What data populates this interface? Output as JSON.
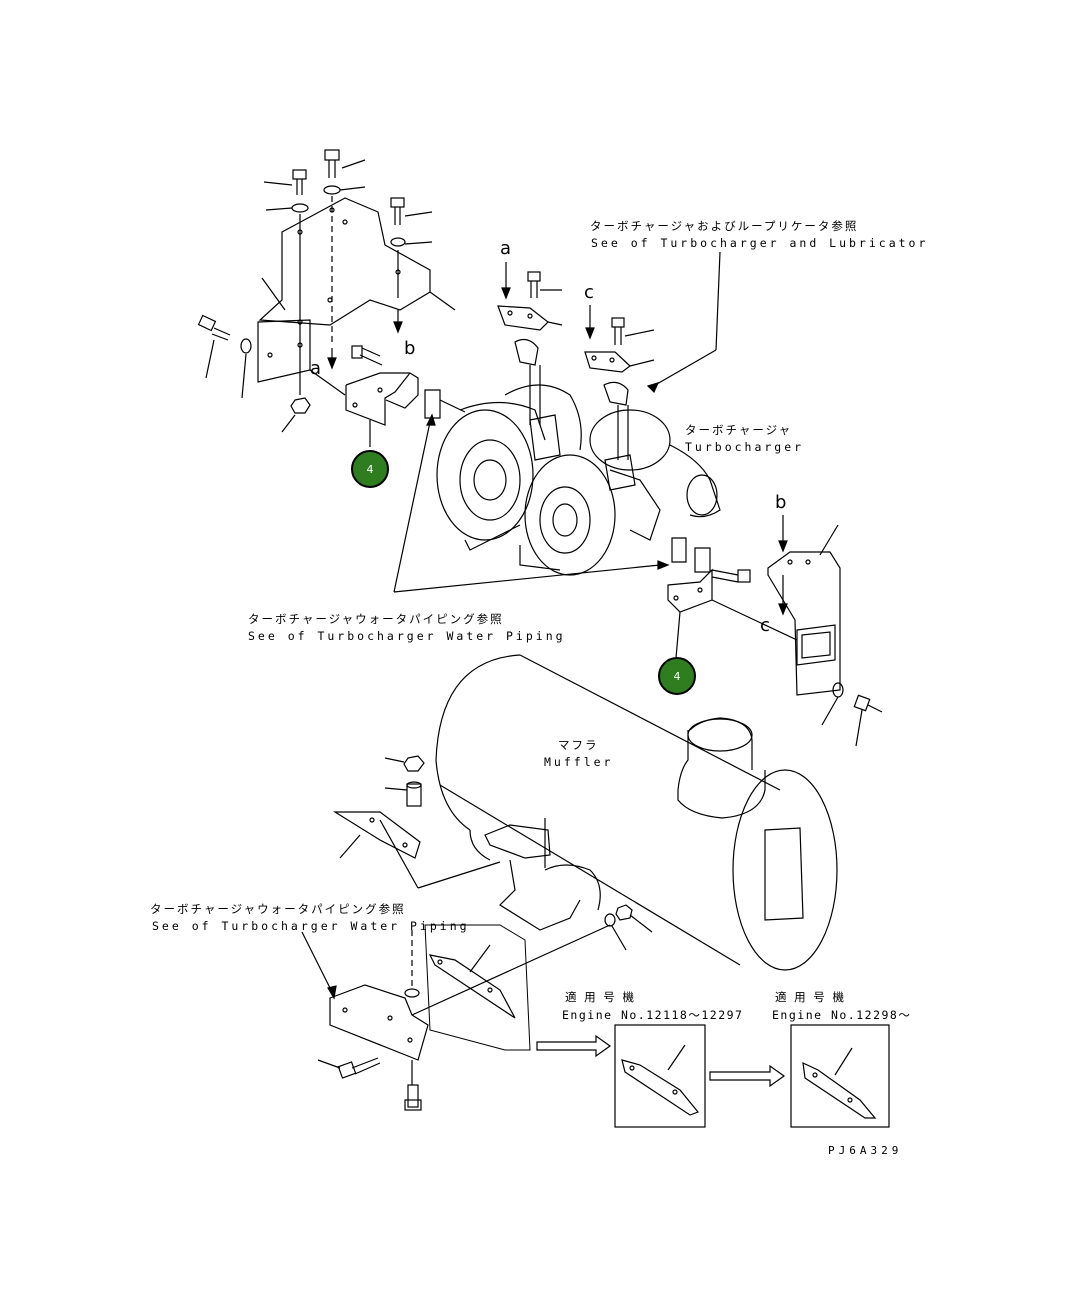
{
  "labels": {
    "turbo_lub_jp": "ターボチャージャおよびループリケータ参照",
    "turbo_lub_en": "See of Turbocharger and Lubricator",
    "turbo_jp": "ターボチャージャ",
    "turbo_en": "Turbocharger",
    "water_pipe_jp": "ターボチャージャウォータパイピング参照",
    "water_pipe_en": "See of Turbocharger Water Piping",
    "muffler_jp": "マフラ",
    "muffler_en": "Muffler",
    "water_pipe2_jp": "ターボチャージャウォータパイピング参照",
    "water_pipe2_en": "See of Turbocharger Water Piping",
    "applic1_jp": "適 用 号 機",
    "applic1_en": "Engine No.12118〜12297",
    "applic2_jp": "適 用 号 機",
    "applic2_en": "Engine No.12298〜",
    "page_code": "PJ6A329"
  },
  "arrow_letters": {
    "a1": "a",
    "b1": "b",
    "a2": "a",
    "c1": "c",
    "b2": "b",
    "c2": "c"
  },
  "badges": [
    {
      "number": "4",
      "color": "#2e7d1f"
    },
    {
      "number": "4",
      "color": "#2e7d1f"
    }
  ],
  "colors": {
    "line": "#000000",
    "badge": "#2e7d1f",
    "background": "#ffffff"
  }
}
